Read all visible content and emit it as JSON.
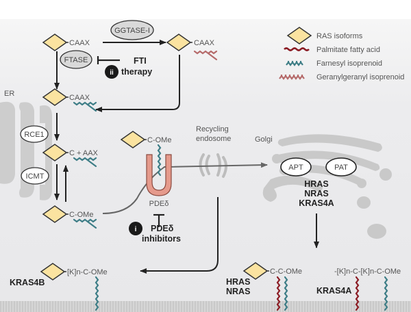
{
  "legend": {
    "items": [
      {
        "key": "ras",
        "label": "RAS isoforms"
      },
      {
        "key": "palmitate",
        "label": "Palmitate fatty acid"
      },
      {
        "key": "farnesyl",
        "label": "Farnesyl isoprenoid"
      },
      {
        "key": "geranyl",
        "label": "Geranylgeranyl isoprenoid"
      }
    ]
  },
  "compartments": {
    "er": "ER",
    "endosome_line1": "Recycling",
    "endosome_line2": "endosome",
    "golgi": "Golgi"
  },
  "enzymes": {
    "ggtase": "GGTASE-I",
    "ftase": "FTASE",
    "rce1": "RCE1",
    "icmt": "ICMT",
    "apt": "APT",
    "pat": "PAT",
    "pde": "PDEδ"
  },
  "motifs": {
    "caax_top": "CAAX",
    "caax_gg": "CAAX",
    "caax_er": "CAAX",
    "c_aax": "C + AAX",
    "c_ome": "C-OMe",
    "c_ome_pde": "C-OMe",
    "kras4b_motif": "[K]n-C-OMe",
    "hras_motif": "C-C-OMe",
    "kras4a_motif": "-[K]n-C-[K]n-C-OMe"
  },
  "therapies": {
    "fti_badge": "ii",
    "fti_line1": "FTI",
    "fti_line2": "therapy",
    "pde_badge": "i",
    "pde_line1": "PDEδ",
    "pde_line2": "inhibitors"
  },
  "isoforms": {
    "golgi_1": "HRAS",
    "golgi_2": "NRAS",
    "golgi_3": "KRAS4A",
    "kras4b": "KRAS4B",
    "pm_hras": "HRAS",
    "pm_nras": "NRAS",
    "pm_kras4a": "KRAS4A"
  },
  "colors": {
    "ras_fill": "#fbe3a0",
    "palmitate": "#8b1c24",
    "farnesyl": "#3d7d86",
    "geranyl": "#b56a6a",
    "pde_fill": "#e59a8c"
  }
}
